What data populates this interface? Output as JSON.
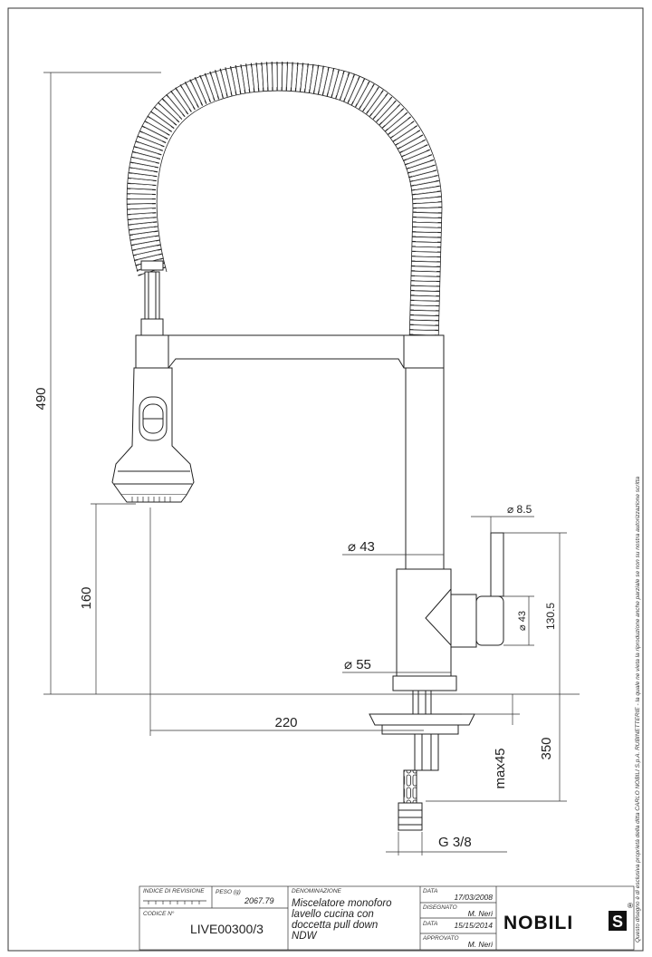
{
  "dimensions": {
    "total_height": "490",
    "spray_height": "160",
    "reach": "220",
    "spout_diameter": "⌀ 43",
    "body_diameter": "⌀ 55",
    "handle_diameter": "⌀ 8.5",
    "lever_diameter": "⌀ 43",
    "lever_height": "130.5",
    "counter_thickness": "max45",
    "shank_length": "350",
    "thread": "G 3/8"
  },
  "side_note": "Questo disegno è di esclusiva proprietà della ditta CARLO NOBILI S.p.A. RUBINETTERIE - la quale ne vieta la riproduzione anche parziale se non su nostra autorizzazione scritta",
  "title_block": {
    "revision_label": "INDICE DI REVISIONE",
    "weight_label": "PESO (g)",
    "weight_value": "2067.79",
    "code_label": "CODICE N°",
    "code_value": "LIVE00300/3",
    "name_label": "DENOMINAZIONE",
    "name_value_1": "Miscelatore monoforo",
    "name_value_2": "lavello cucina con",
    "name_value_3": "doccetta pull down",
    "name_value_4": "NDW",
    "date_label": "DATA",
    "date_value": "17/03/2008",
    "drawn_label": "DISEGNATO",
    "drawn_value": "M. Neri",
    "date2_label": "DATA",
    "date2_value": "15/15/2014",
    "approved_label": "APPROVATO",
    "approved_value": "M. Neri",
    "brand": "NOBILI",
    "brand_mark": "S",
    "registered": "®"
  }
}
